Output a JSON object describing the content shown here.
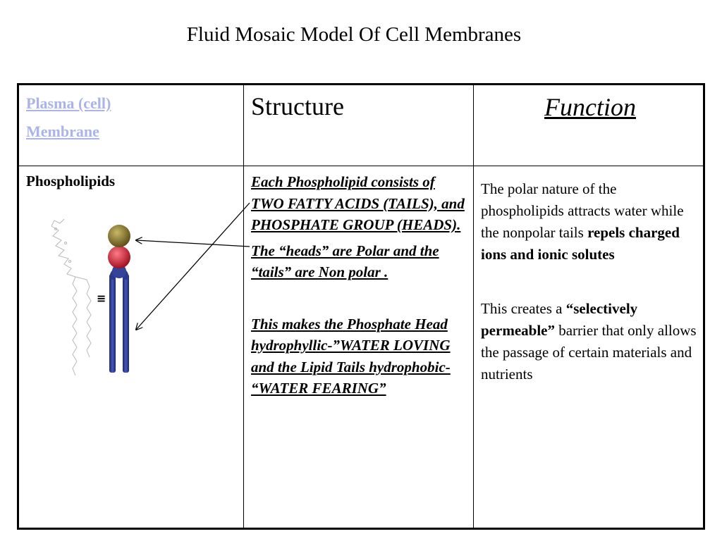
{
  "slide": {
    "title": "Fluid Mosaic Model Of Cell Membranes"
  },
  "table": {
    "header": {
      "col1_line1": "Plasma (cell)",
      "col1_line2": "Membrane",
      "col2": "Structure",
      "col3": "Function"
    },
    "row": {
      "label": "Phospholipids",
      "diagram_symbol": "≡",
      "structure_p1": "Each Phospholipid consists of TWO FATTY ACIDS (TAILS), and PHOSPHATE GROUP (HEADS).",
      "structure_p2": "The “heads” are Polar and the “tails” are Non polar .",
      "structure_p3": "This makes the Phosphate Head hydrophyllic-”WATER LOVING and the Lipid Tails hydrophobic- “WATER FEARING”",
      "function_p1_plain": " The polar nature of the phospholipids attracts water while the nonpolar tails ",
      "function_p1_bold": "repels charged ions and ionic solutes",
      "function_p2_plain1": "This creates a ",
      "function_p2_bold": "“selectively permeable”",
      "function_p2_plain2": " barrier that only allows the passage of certain materials and nutrients"
    }
  },
  "colors": {
    "link": "#aab4e8",
    "head_top": "#7a6a22",
    "head_middle": "#d0283a",
    "tail": "#2c3a8c"
  }
}
